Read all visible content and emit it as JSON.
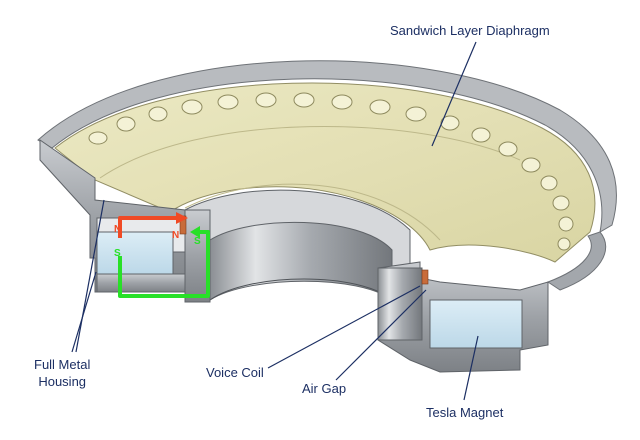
{
  "labels": {
    "diaphragm": "Sandwich Layer Diaphragm",
    "housing_line1": "Full Metal",
    "housing_line2": "Housing",
    "voice_coil": "Voice Coil",
    "air_gap": "Air Gap",
    "magnet": "Tesla Magnet"
  },
  "poles": {
    "north": "N",
    "south": "S"
  },
  "colors": {
    "label_text": "#1c2f63",
    "leader_line": "#1c2f63",
    "diaphragm": "#e6e2b4",
    "metal": "#a9acb1",
    "magnet": "#cfe6f2",
    "north_flux": "#f04a25",
    "south_flux": "#28e028"
  },
  "icons": {
    "flux_path": "arrow-path"
  }
}
